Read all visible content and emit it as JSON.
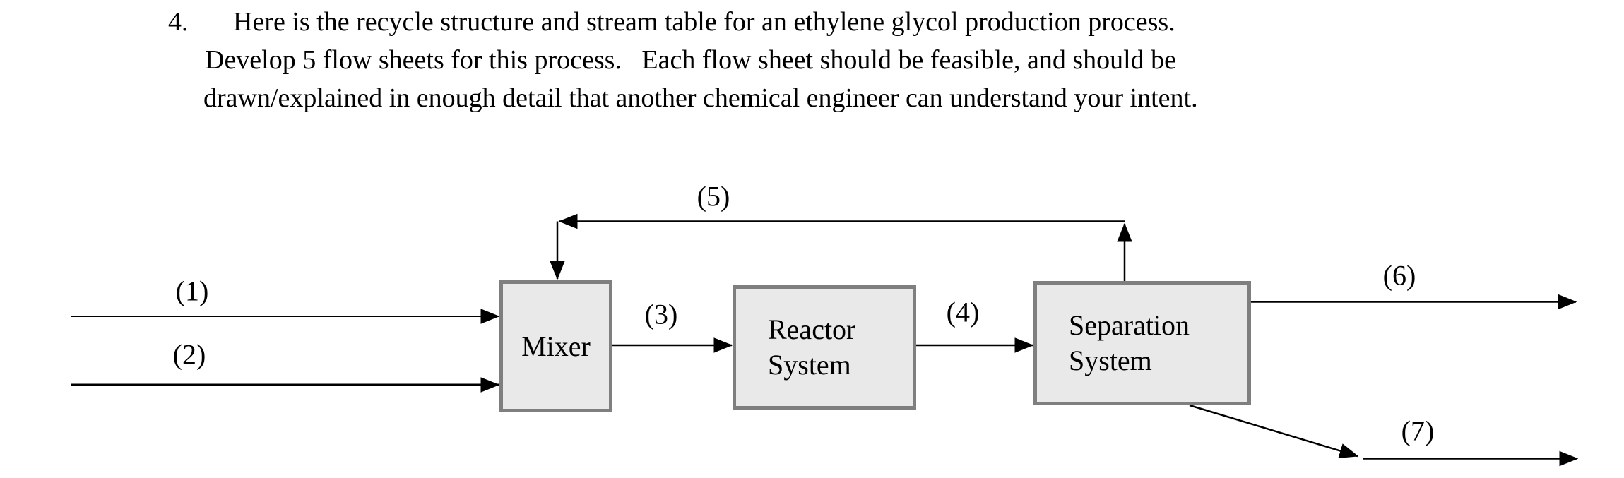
{
  "problem": {
    "number": "4.",
    "lines": [
      "Here is the recycle structure and stream table for an ethylene glycol production process.",
      "Develop 5 flow sheets for this process.   Each flow sheet should be feasible, and should be",
      "drawn/explained in enough detail that another chemical engineer can understand your intent."
    ]
  },
  "diagram": {
    "blocks": {
      "mixer": {
        "label": "Mixer"
      },
      "reactor": {
        "lines": [
          "Reactor",
          "System"
        ]
      },
      "separation": {
        "lines": [
          "Separation",
          "System"
        ]
      }
    },
    "streams": [
      {
        "label": "(1)",
        "from": "feed",
        "to": "Mixer"
      },
      {
        "label": "(2)",
        "from": "feed",
        "to": "Mixer"
      },
      {
        "label": "(3)",
        "from": "Mixer",
        "to": "Reactor System"
      },
      {
        "label": "(4)",
        "from": "Reactor System",
        "to": "Separation System"
      },
      {
        "label": "(5)",
        "from": "Separation System",
        "to": "Mixer",
        "type": "recycle"
      },
      {
        "label": "(6)",
        "from": "Separation System",
        "to": "product"
      },
      {
        "label": "(7)",
        "from": "Separation System",
        "to": "product"
      }
    ],
    "colors": {
      "block_fill": "#e9e9e9",
      "block_border": "#7f7f7f",
      "line": "#000000",
      "text": "#000000",
      "background": "#ffffff"
    }
  }
}
